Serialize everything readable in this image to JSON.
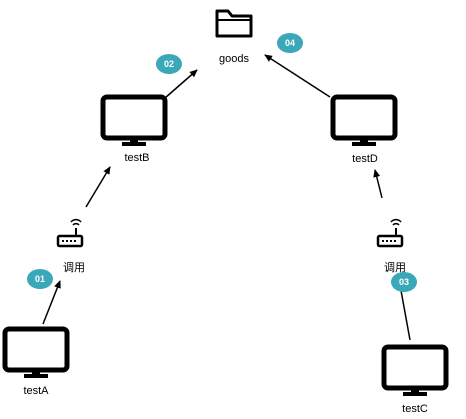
{
  "folder": {
    "label": "goods",
    "icon": "folder-icon"
  },
  "computers": {
    "testA": {
      "label": "testA",
      "icon": "monitor-icon"
    },
    "testB": {
      "label": "testB",
      "icon": "monitor-icon"
    },
    "testC": {
      "label": "testC",
      "icon": "monitor-icon"
    },
    "testD": {
      "label": "testD",
      "icon": "monitor-icon"
    }
  },
  "routers": {
    "left": {
      "label": "调用",
      "icon": "router-icon"
    },
    "right": {
      "label": "调用",
      "icon": "router-icon"
    }
  },
  "badges": {
    "b01": "01",
    "b02": "02",
    "b03": "03",
    "b04": "04"
  },
  "colors": {
    "badge": "#3aa8b8",
    "stroke": "#000000",
    "background": "#ffffff"
  }
}
